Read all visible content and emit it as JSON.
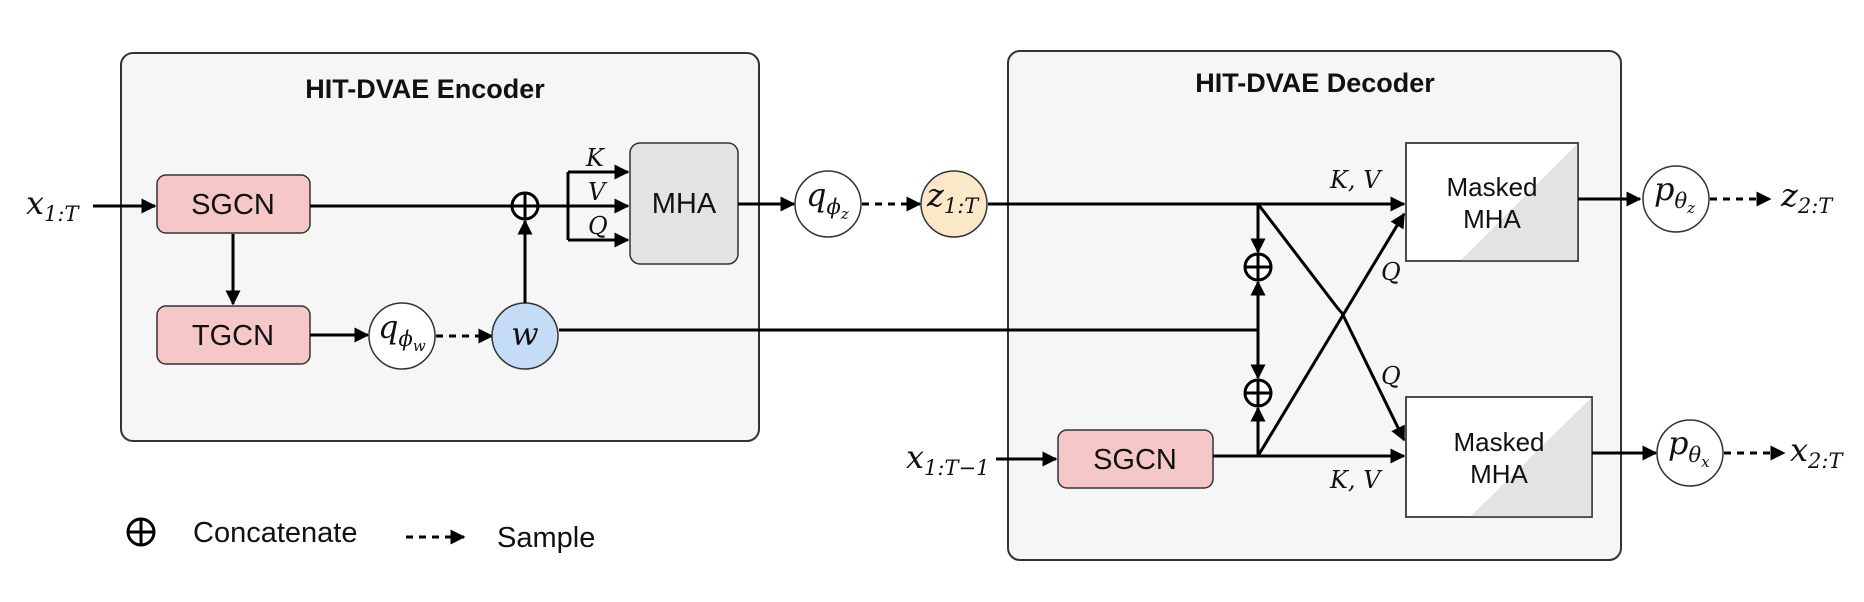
{
  "encoder": {
    "title": "HIT-DVAE Encoder",
    "sgcn": "SGCN",
    "tgcn": "TGCN",
    "mha": "MHA",
    "k": "K",
    "v": "V",
    "q": "Q",
    "w": "w",
    "q_phi_w": {
      "base": "q",
      "sub": "ϕ",
      "subsub": "w"
    }
  },
  "decoder": {
    "title": "HIT-DVAE Decoder",
    "sgcn": "SGCN",
    "masked_mha_top": [
      "Masked",
      "MHA"
    ],
    "masked_mha_bottom": [
      "Masked",
      "MHA"
    ],
    "kv_top": "K, V",
    "kv_bottom": "K, V",
    "q_top": "Q",
    "q_bottom": "Q"
  },
  "variables": {
    "x_in": {
      "base": "x",
      "sub": "1:T"
    },
    "q_phi_z": {
      "base": "q",
      "sub": "ϕ",
      "subsub": "z"
    },
    "z": {
      "base": "z",
      "sub": "1:T"
    },
    "x_dec_in": {
      "base": "x",
      "sub": "1:T−1"
    },
    "p_theta_z": {
      "base": "p",
      "sub": "θ",
      "subsub": "z"
    },
    "p_theta_x": {
      "base": "p",
      "sub": "θ",
      "subsub": "x"
    },
    "z_out": {
      "base": "z",
      "sub": "2:T"
    },
    "x_out": {
      "base": "x",
      "sub": "2:T"
    }
  },
  "legend": {
    "concatenate": "Concatenate",
    "sample": "Sample"
  },
  "colors": {
    "sgcn_fill": "#f6c7c7",
    "tgcn_fill": "#f6c7c7",
    "mha_fill": "#e3e3e3",
    "z_fill": "#fbe8c8",
    "w_fill": "#c4dcf6",
    "panel_fill": "#f6f6f6"
  }
}
